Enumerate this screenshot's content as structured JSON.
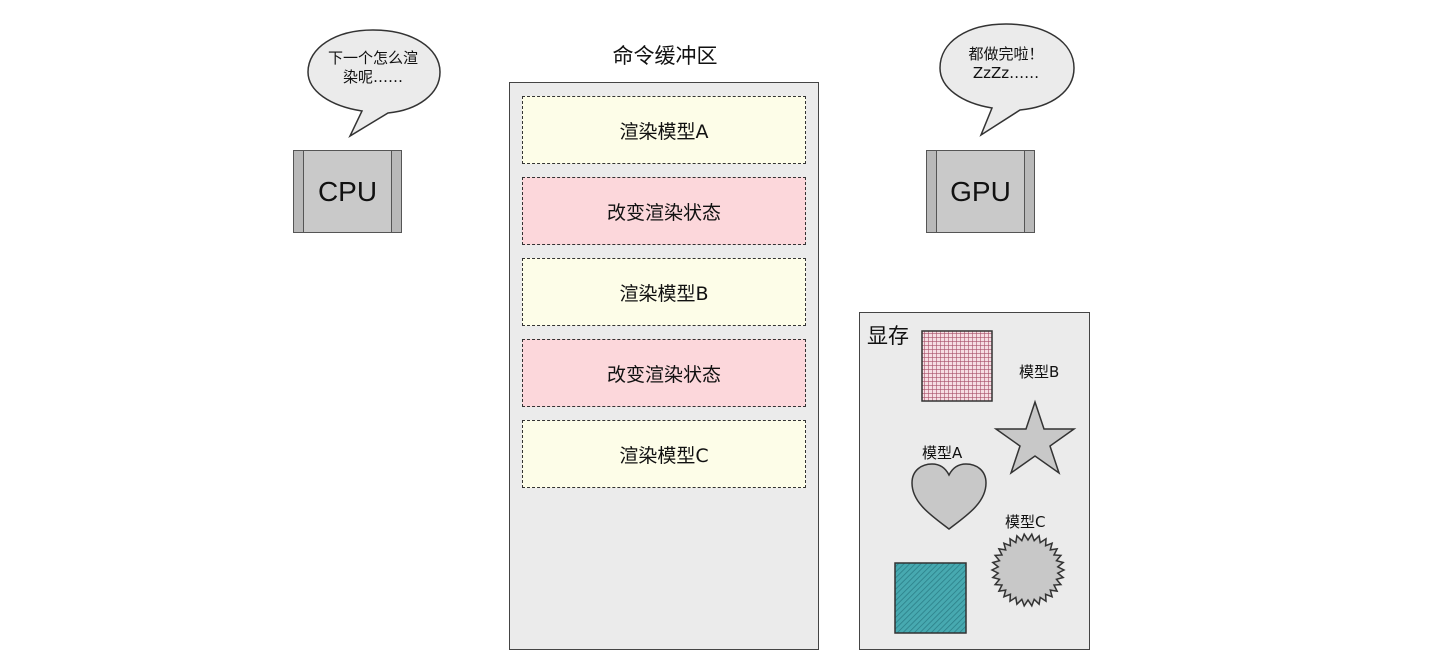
{
  "cpu": {
    "label": "CPU",
    "thought": "下一个怎么渲\n染呢……"
  },
  "gpu": {
    "label": "GPU",
    "thought": "都做完啦！\nZzZz……"
  },
  "command_buffer": {
    "title": "命令缓冲区",
    "commands": [
      {
        "label": "渲染模型A",
        "color": "#fdfde8"
      },
      {
        "label": "改变渲染状态",
        "color": "#fcd7db"
      },
      {
        "label": "渲染模型B",
        "color": "#fdfde8"
      },
      {
        "label": "改变渲染状态",
        "color": "#fcd7db"
      },
      {
        "label": "渲染模型C",
        "color": "#fdfde8"
      }
    ]
  },
  "vram": {
    "title": "显存",
    "model_b_label": "模型B",
    "model_a_label": "模型A",
    "model_c_label": "模型C",
    "colors": {
      "texture_red": "#b56b7c",
      "texture_teal": "#3fa3ab",
      "shape_fill": "#c8c8c8"
    }
  }
}
